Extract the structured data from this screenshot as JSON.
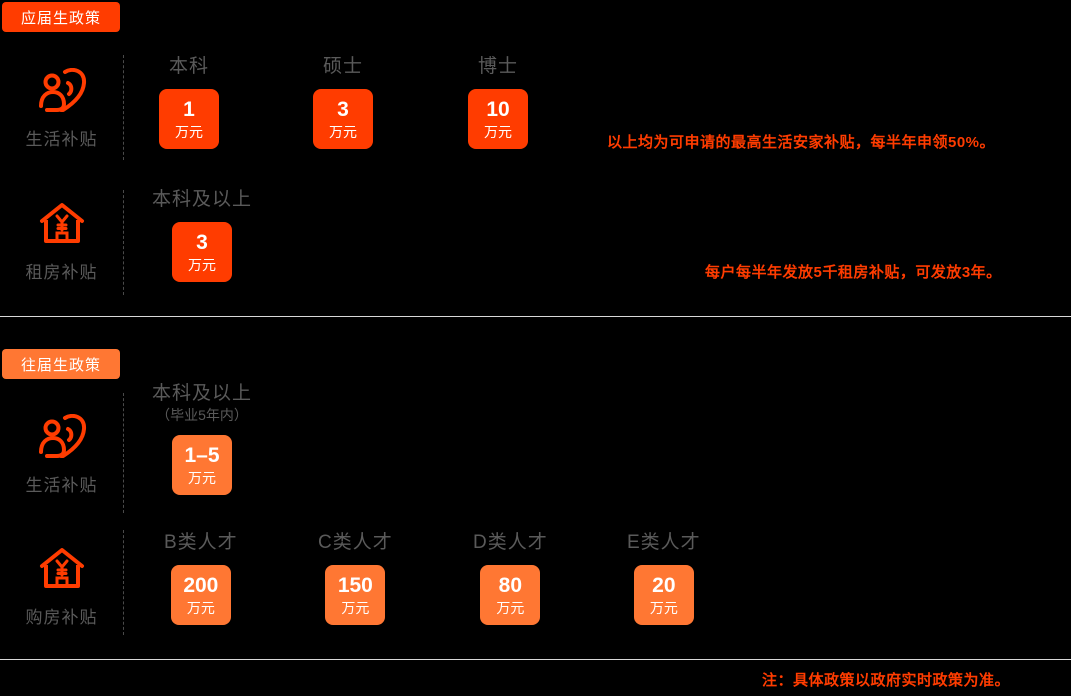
{
  "sections": [
    {
      "badge": "应届生政策",
      "badge_color": "#FF3C00",
      "box_color": "#FF3C00",
      "rows": [
        {
          "icon": "person-heart-icon",
          "label": "生活补贴",
          "items": [
            {
              "head": "本科",
              "sub": "",
              "value": "1",
              "unit": "万元"
            },
            {
              "head": "硕士",
              "sub": "",
              "value": "3",
              "unit": "万元"
            },
            {
              "head": "博士",
              "sub": "",
              "value": "10",
              "unit": "万元"
            }
          ],
          "note": "以上均为可申请的最高生活安家补贴，每半年申领50%。"
        },
        {
          "icon": "house-yuan-icon",
          "label": "租房补贴",
          "items": [
            {
              "head": "本科及以上",
              "sub": "",
              "value": "3",
              "unit": "万元"
            }
          ],
          "note": "每户每半年发放5千租房补贴，可发放3年。"
        }
      ]
    },
    {
      "badge": "往届生政策",
      "badge_color": "#FF7733",
      "box_color": "#FF7733",
      "rows": [
        {
          "icon": "person-heart-icon",
          "label": "生活补贴",
          "items": [
            {
              "head": "本科及以上",
              "sub": "（毕业5年内）",
              "value": "1–5",
              "unit": "万元"
            }
          ],
          "note": ""
        },
        {
          "icon": "house-yuan-icon",
          "label": "购房补贴",
          "items": [
            {
              "head": "B类人才",
              "sub": "",
              "value": "200",
              "unit": "万元"
            },
            {
              "head": "C类人才",
              "sub": "",
              "value": "150",
              "unit": "万元"
            },
            {
              "head": "D类人才",
              "sub": "",
              "value": "80",
              "unit": "万元"
            },
            {
              "head": "E类人才",
              "sub": "",
              "value": "20",
              "unit": "万元"
            }
          ],
          "note": ""
        }
      ]
    }
  ],
  "footer_note": "注：具体政策以政府实时政策为准。",
  "colors": {
    "background": "#000000",
    "accent_deep": "#FF3C00",
    "accent_light": "#FF7733",
    "header_text": "#5a5a5a",
    "rule": "#d8d8d8"
  }
}
